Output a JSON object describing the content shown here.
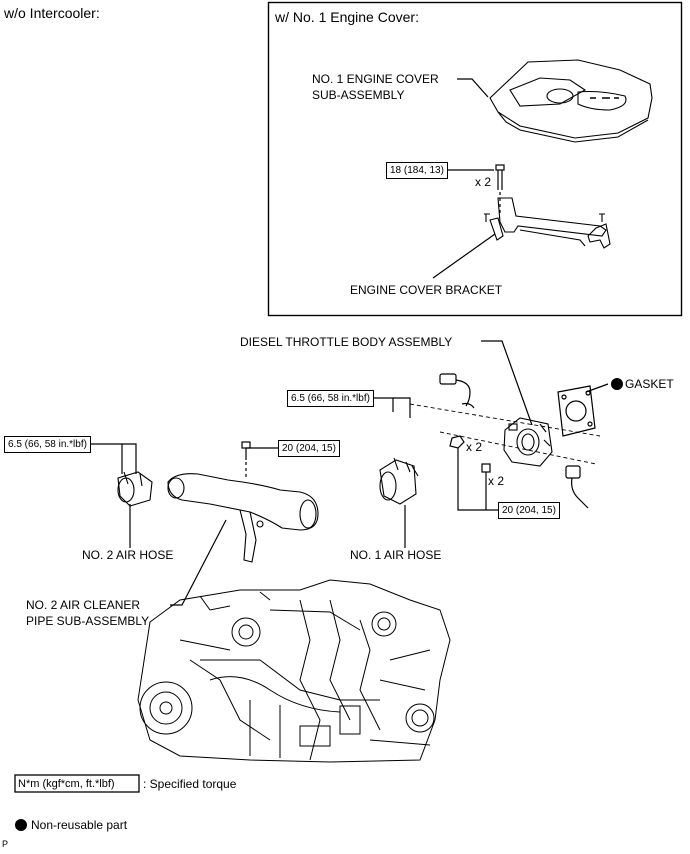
{
  "titles": {
    "wo_intercooler": "w/o Intercooler:",
    "w_engine_cover": "w/ No. 1 Engine Cover:"
  },
  "labels": {
    "engine_cover_line1": "NO. 1 ENGINE COVER",
    "engine_cover_line2": "SUB-ASSEMBLY",
    "engine_cover_bracket": "ENGINE COVER BRACKET",
    "diesel_throttle": "DIESEL THROTTLE BODY ASSEMBLY",
    "gasket": "GASKET",
    "no2_air_hose": "NO. 2 AIR HOSE",
    "no1_air_hose": "NO. 1 AIR HOSE",
    "no2_pipe_line1": "NO. 2 AIR CLEANER",
    "no2_pipe_line2": "PIPE SUB-ASSEMBLY"
  },
  "torques": {
    "bracket_bolt": "18 (184, 13)",
    "no2_hose_clamp": "6.5 (66, 58 in.*lbf)",
    "pipe_bolt": "20 (204, 15)",
    "no1_hose_clamp": "6.5 (66, 58 in.*lbf)",
    "throttle_bolts": "20 (204, 15)"
  },
  "quantities": {
    "bracket_bolt_qty": "x 2",
    "throttle_nut_qty": "x 2",
    "throttle_bolt_qty": "x 2"
  },
  "legend": {
    "torque_unit_box": "N*m (kgf*cm, ft.*lbf)",
    "torque_text": ": Specified torque",
    "nonreusable_text": "Non-reusable part"
  },
  "footer_code": "P"
}
